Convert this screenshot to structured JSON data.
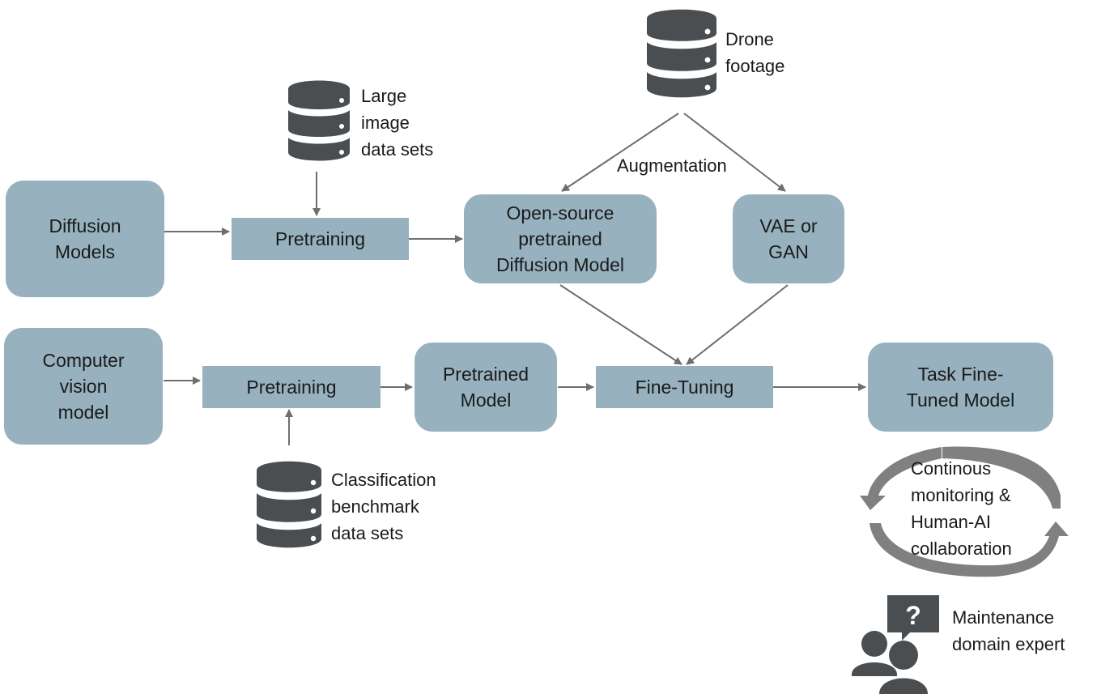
{
  "nodes": {
    "diffusion_models": "Diffusion\nModels",
    "pretraining_top": "Pretraining",
    "open_source_model": "Open-source\npretrained\nDiffusion Model",
    "vae_gan": "VAE or\nGAN",
    "computer_vision_model": "Computer\nvision\nmodel",
    "pretraining_bottom": "Pretraining",
    "pretrained_model": "Pretrained\nModel",
    "fine_tuning": "Fine-Tuning",
    "task_model": "Task Fine-\nTuned Model"
  },
  "data_sources": {
    "large_image": "Large\nimage\ndata sets",
    "drone": "Drone\nfootage",
    "classification": "Classification\nbenchmark\ndata sets"
  },
  "edge_labels": {
    "augmentation": "Augmentation"
  },
  "monitoring": {
    "label": "Continous\nmonitoring &\nHuman-AI\ncollaboration"
  },
  "expert": {
    "label": "Maintenance\ndomain expert",
    "bubble_symbol": "?"
  },
  "colors": {
    "box_fill": "#97b1bf",
    "icon_dark": "#4a4e50",
    "arrow": "#6e6e6e",
    "cycle_arrow": "#808080"
  },
  "icons": {
    "database": "database-icon",
    "expert": "people-question-icon",
    "cycle": "cycle-arrows-icon"
  }
}
